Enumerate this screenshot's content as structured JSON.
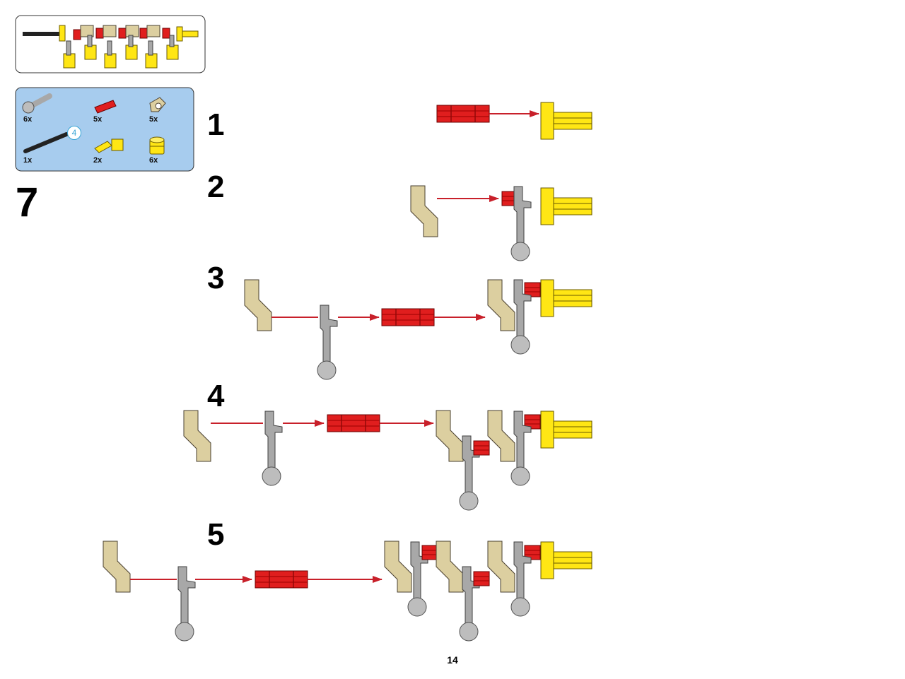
{
  "page": {
    "number": "14",
    "main_step": "7"
  },
  "parts_list": [
    {
      "part": "liftarm-ball-grey",
      "qty": "6x"
    },
    {
      "part": "axle-pin-red",
      "qty": "5x"
    },
    {
      "part": "crank-tan",
      "qty": "5x"
    },
    {
      "part": "axle-black",
      "qty": "1x",
      "length_callout": "4"
    },
    {
      "part": "axle-pin-yellow",
      "qty": "2x"
    },
    {
      "part": "piston-yellow",
      "qty": "6x"
    }
  ],
  "sub_steps": [
    "1",
    "2",
    "3",
    "4",
    "5"
  ],
  "colors": {
    "red": "#e01e1e",
    "yellow": "#ffe614",
    "tan": "#dccfa0",
    "grey": "#a8a8a8",
    "arrow": "#c8202a",
    "parts_panel": "#a7ccee"
  },
  "icons": [
    "arrow-right-icon",
    "ball-joint-icon"
  ]
}
